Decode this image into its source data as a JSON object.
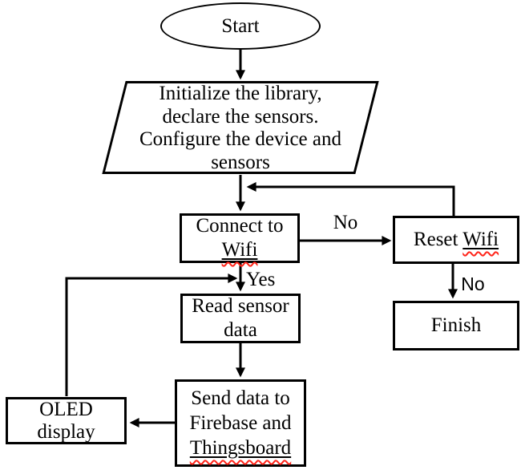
{
  "flowchart": {
    "nodes": {
      "start": {
        "label": "Start"
      },
      "init": {
        "lines": [
          "Initialize the library,",
          "declare the sensors.",
          "Configure the device and",
          "sensors"
        ]
      },
      "connect_wifi": {
        "line1": "Connect to",
        "misspelled_word": "Wifi"
      },
      "reset_wifi": {
        "prefix": "Reset ",
        "misspelled_word": "Wifi"
      },
      "finish": {
        "label": "Finish"
      },
      "read_sensor": {
        "lines": [
          "Read sensor",
          "data"
        ]
      },
      "send_data": {
        "lines": [
          "Send data to",
          "Firebase and"
        ],
        "misspelled_word": "Thingsboard"
      },
      "oled_display": {
        "lines": [
          "OLED",
          "display"
        ]
      }
    },
    "edge_labels": {
      "connect_no": "No",
      "connect_yes": "Yes",
      "reset_no": "No"
    },
    "colors": {
      "line": "#000000",
      "background": "#ffffff",
      "spellcheck_underline": "#ff2419"
    }
  }
}
